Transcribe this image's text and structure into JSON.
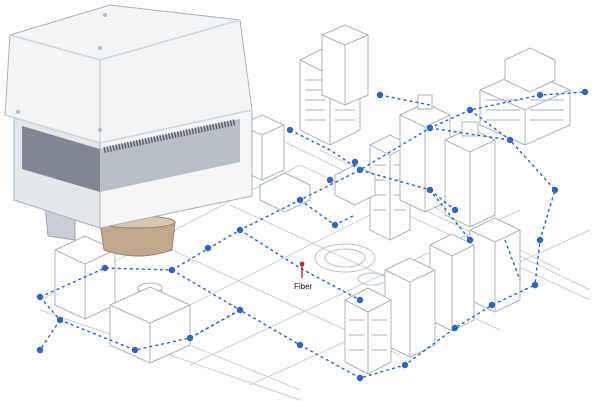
{
  "illustration": {
    "fiber_label": "Fiber",
    "colors": {
      "network_line": "#2f63c9",
      "node": "#2f63c9",
      "fiber_marker": "#c8283c",
      "building_stroke": "#a9b4c2",
      "building_fill": "#ffffff",
      "street": "#c9d2dd",
      "device_body": "#eef1f4",
      "device_shadow": "#cfd5dc",
      "device_lens": "#bfa88e"
    },
    "icons": [
      "edge-compute-enclosure",
      "fiber-marker"
    ]
  }
}
